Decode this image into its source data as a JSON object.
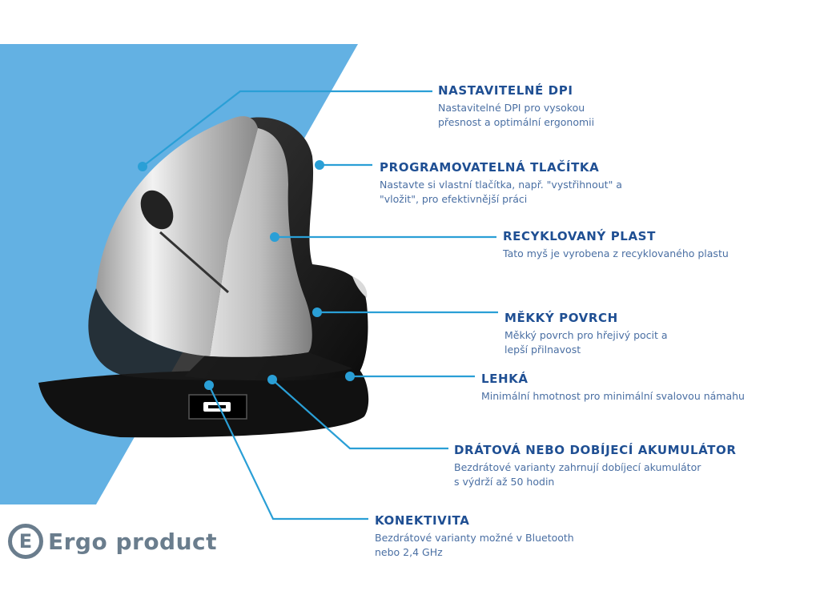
{
  "colors": {
    "panel": "#63b1e3",
    "accent": "#2a9fd6",
    "title": "#1f4f93",
    "text": "#4a6fa3",
    "logo": "#6a7d8d"
  },
  "product_image": "vertical-ergonomic-mouse-black-silver",
  "features": [
    {
      "title": "NASTAVITELNÉ DPI",
      "line1": "Nastavitelné DPI pro vysokou",
      "line2": "přesnost a optimální ergonomii"
    },
    {
      "title": "PROGRAMOVATELNÁ TLAČÍTKA",
      "line1": "Nastavte si vlastní tlačítka, např. \"vystřihnout\" a",
      "line2": "\"vložit\", pro efektivnější práci"
    },
    {
      "title": "RECYKLOVANÝ PLAST",
      "line1": "Tato myš je vyrobena z recyklovaného plastu",
      "line2": ""
    },
    {
      "title": "MĚKKÝ POVRCH",
      "line1": "Měkký povrch pro hřejivý pocit a",
      "line2": "lepší přilnavost"
    },
    {
      "title": "LEHKÁ",
      "line1": "Minimální hmotnost pro minimální svalovou námahu",
      "line2": ""
    },
    {
      "title": "DRÁTOVÁ NEBO DOBÍJECÍ AKUMULÁTOR",
      "line1": "Bezdrátové varianty zahrnují dobíjecí akumulátor",
      "line2": "s výdrží až 50 hodin"
    },
    {
      "title": "KONEKTIVITA",
      "line1": "Bezdrátové varianty možné v Bluetooth",
      "line2": "nebo 2,4 GHz"
    }
  ],
  "logo": {
    "letter": "E",
    "text": "Ergo product"
  }
}
